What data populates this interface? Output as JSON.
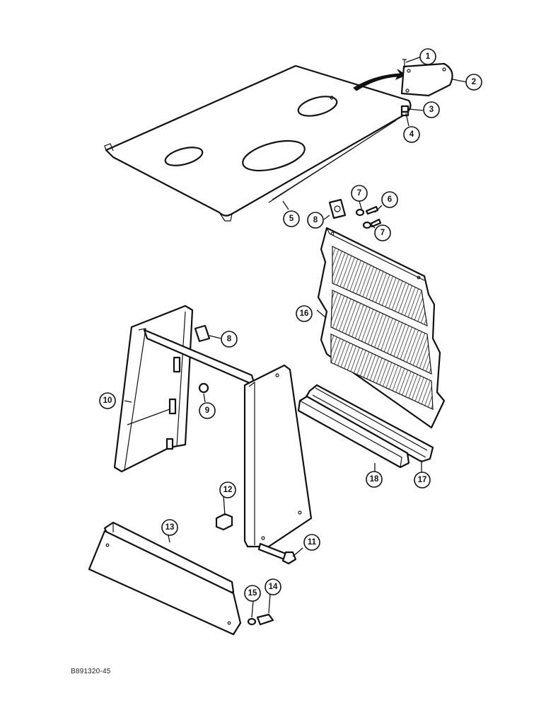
{
  "diagram": {
    "reference_code": "B891320-45",
    "callouts": [
      {
        "id": "1",
        "label": "1"
      },
      {
        "id": "2",
        "label": "2"
      },
      {
        "id": "3",
        "label": "3"
      },
      {
        "id": "4",
        "label": "4"
      },
      {
        "id": "5",
        "label": "5"
      },
      {
        "id": "6",
        "label": "6"
      },
      {
        "id": "7a",
        "label": "7"
      },
      {
        "id": "7b",
        "label": "7"
      },
      {
        "id": "8a",
        "label": "8"
      },
      {
        "id": "8b",
        "label": "8"
      },
      {
        "id": "9",
        "label": "9"
      },
      {
        "id": "10",
        "label": "10"
      },
      {
        "id": "11",
        "label": "11"
      },
      {
        "id": "12",
        "label": "12"
      },
      {
        "id": "13",
        "label": "13"
      },
      {
        "id": "14",
        "label": "14"
      },
      {
        "id": "15",
        "label": "15"
      },
      {
        "id": "16",
        "label": "16"
      },
      {
        "id": "17",
        "label": "17"
      },
      {
        "id": "18",
        "label": "18"
      }
    ]
  }
}
